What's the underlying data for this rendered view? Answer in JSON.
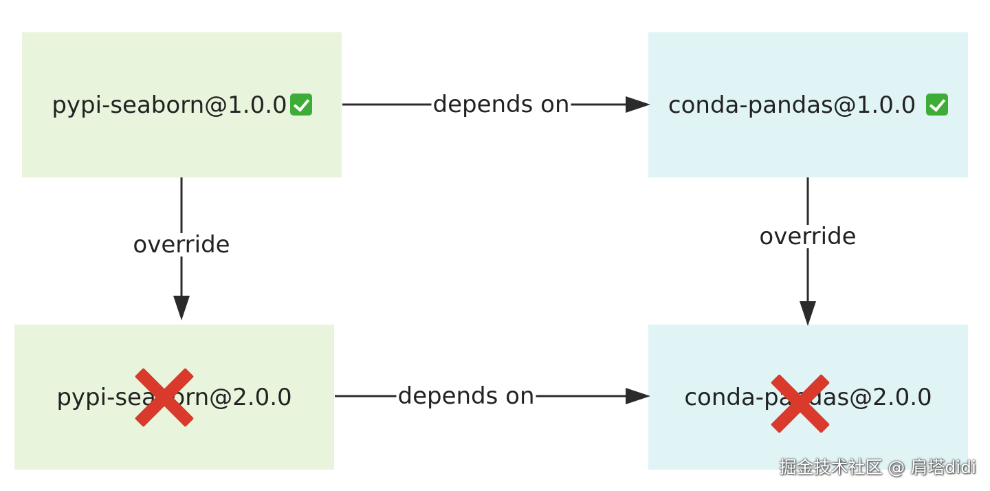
{
  "nodes": {
    "seaborn_v1": "pypi-seaborn@1.0.0",
    "pandas_v1": "conda-pandas@1.0.0",
    "seaborn_v2": "pypi-seaborn@2.0.0",
    "pandas_v2": "conda-pandas@2.0.0"
  },
  "edges": {
    "depends_top": "depends on",
    "depends_bottom": "depends on",
    "override_left": "override",
    "override_right": "override"
  },
  "status": {
    "valid_icon": "check-mark-icon",
    "invalid_icon": "cross-mark-icon"
  },
  "colors": {
    "pypi_node": "#e8f5dc",
    "conda_node": "#e0f4f6",
    "check": "#3dad37",
    "cross": "#d93a2b",
    "edge": "#2b2b2b"
  },
  "watermark": "掘金技术社区 @ 肩塔didi"
}
